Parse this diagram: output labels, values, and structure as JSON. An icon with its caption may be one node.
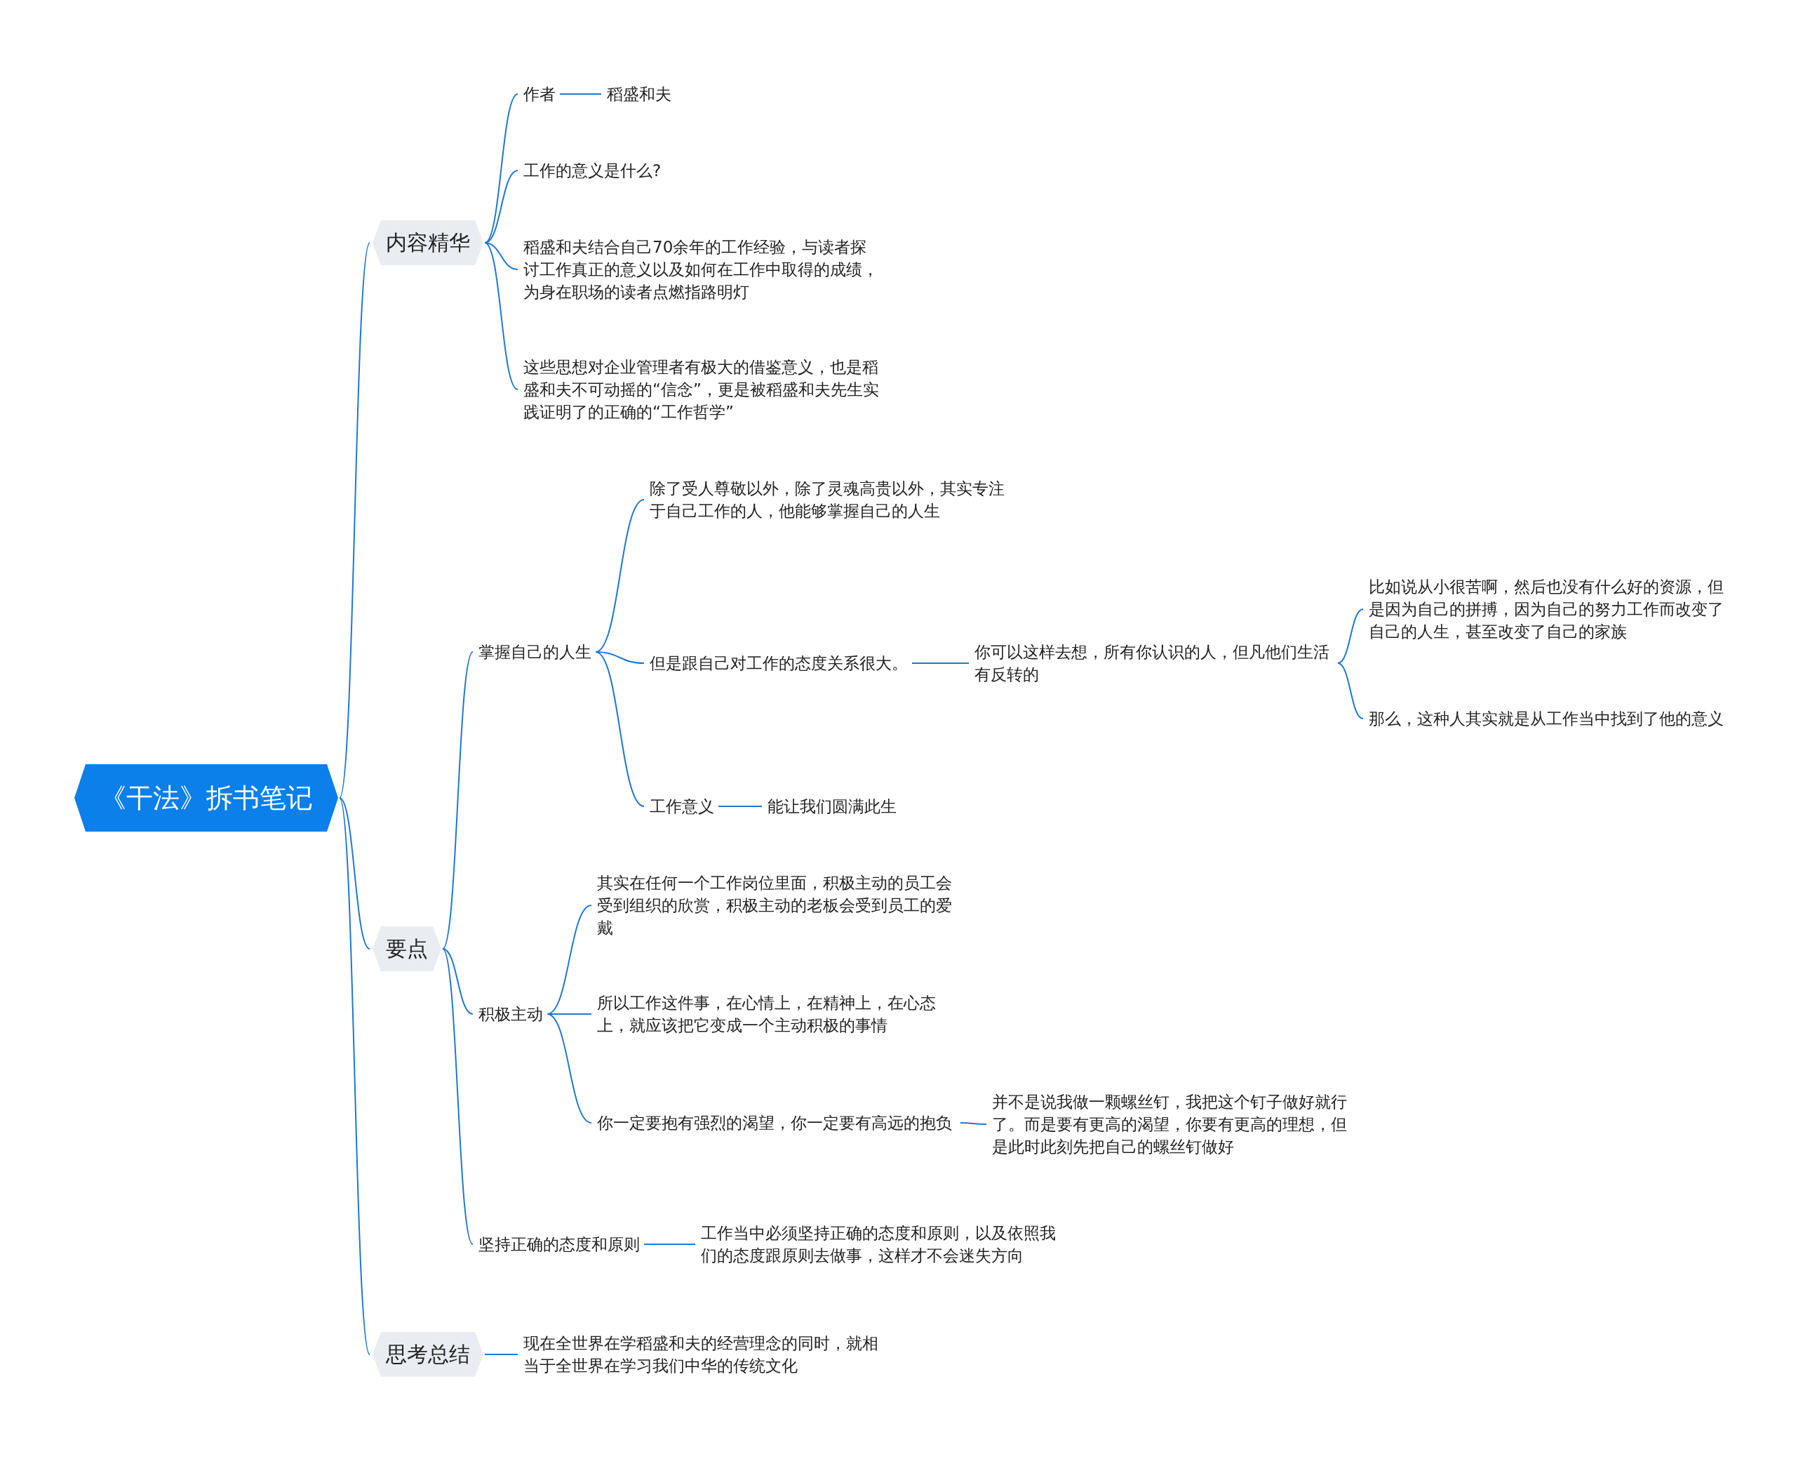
{
  "diagram": {
    "nodes": [
      {
        "text": [
          "《干法》拆书笔记"
        ]
      },
      {
        "text": [
          "内容精华"
        ]
      },
      {
        "text": [
          "作者"
        ]
      },
      {
        "text": [
          "稻盛和夫"
        ]
      },
      {
        "text": [
          "工作的意义是什么?"
        ]
      },
      {
        "text": [
          "稻盛和夫结合自己70余年的工作经验，与读者探讨工作真正的意义以及如何在工作中取得的成绩，为身在职场的读者点燃指路明灯"
        ]
      },
      {
        "text": [
          "这些思想对企业管理者有极大的借鉴意义，也是稻盛和夫不可动摇的“信念”，更是被稻盛和夫先生实践证明了的正确的“工作哲学”"
        ]
      },
      {
        "text": [
          "要点"
        ]
      },
      {
        "text": [
          "掌握自己的人生"
        ]
      },
      {
        "text": [
          "除了受人尊敬以外，除了灵魂高贵以外，其实专注于自己工作的人，他能够掌握自己的人生"
        ]
      },
      {
        "text": [
          "但是跟自己对工作的态度关系很大。"
        ]
      },
      {
        "text": [
          "你可以这样去想，所有你认识的人，但凡他们生活有反转的"
        ]
      },
      {
        "text": [
          "比如说从小很苦啊，然后也没有什么好的资源，但是因为自己的拼搏，因为自己的努力工作而改变了自己的人生，甚至改变了自己的家族"
        ]
      },
      {
        "text": [
          "那么，这种人其实就是从工作当中找到了他的意义"
        ]
      },
      {
        "text": [
          "工作意义"
        ]
      },
      {
        "text": [
          "能让我们圆满此生"
        ]
      },
      {
        "text": [
          "积极主动"
        ]
      },
      {
        "text": [
          "其实在任何一个工作岗位里面，积极主动的员工会受到组织的欣赏，积极主动的老板会受到员工的爱戴"
        ]
      },
      {
        "text": [
          "所以工作这件事，在心情上，在精神上，在心态上，就应该把它变成一个主动积极的事情"
        ]
      },
      {
        "text": [
          "你一定要抱有强烈的渴望，你一定要有高远的抱负"
        ]
      },
      {
        "text": [
          "并不是说我做一颗螺丝钉，我把这个钉子做好就行了。而是要有更高的渴望，你要有更高的理想，但是此时此刻先把自己的螺丝钉做好"
        ]
      },
      {
        "text": [
          "坚持正确的态度和原则"
        ]
      },
      {
        "text": [
          "工作当中必须坚持正确的态度和原则，以及依照我们的态度跟原则去做事，这样才不会迷失方向"
        ]
      },
      {
        "text": [
          "思考总结"
        ]
      },
      {
        "text": [
          "现在全世界在学稻盛和夫的经营理念的同时，就相当于全世界在学习我们中华的传统文化"
        ]
      }
    ],
    "edges": [
      {
        "from": 0,
        "to": 1,
        "arrow": "none"
      },
      {
        "from": 1,
        "to": 2,
        "arrow": "none"
      },
      {
        "from": 2,
        "to": 3,
        "arrow": "none"
      },
      {
        "from": 1,
        "to": 4,
        "arrow": "none"
      },
      {
        "from": 1,
        "to": 5,
        "arrow": "none"
      },
      {
        "from": 1,
        "to": 6,
        "arrow": "none"
      },
      {
        "from": 0,
        "to": 7,
        "arrow": "none"
      },
      {
        "from": 7,
        "to": 8,
        "arrow": "none"
      },
      {
        "from": 8,
        "to": 9,
        "arrow": "none"
      },
      {
        "from": 8,
        "to": 10,
        "arrow": "none"
      },
      {
        "from": 10,
        "to": 11,
        "arrow": "none"
      },
      {
        "from": 11,
        "to": 12,
        "arrow": "none"
      },
      {
        "from": 11,
        "to": 13,
        "arrow": "none"
      },
      {
        "from": 8,
        "to": 14,
        "arrow": "none"
      },
      {
        "from": 14,
        "to": 15,
        "arrow": "none"
      },
      {
        "from": 7,
        "to": 16,
        "arrow": "none"
      },
      {
        "from": 16,
        "to": 17,
        "arrow": "none"
      },
      {
        "from": 16,
        "to": 18,
        "arrow": "none"
      },
      {
        "from": 16,
        "to": 19,
        "arrow": "none"
      },
      {
        "from": 19,
        "to": 20,
        "arrow": "none"
      },
      {
        "from": 7,
        "to": 21,
        "arrow": "none"
      },
      {
        "from": 21,
        "to": 22,
        "arrow": "none"
      },
      {
        "from": 0,
        "to": 23,
        "arrow": "none"
      },
      {
        "from": 23,
        "to": 24,
        "arrow": "none"
      }
    ]
  }
}
